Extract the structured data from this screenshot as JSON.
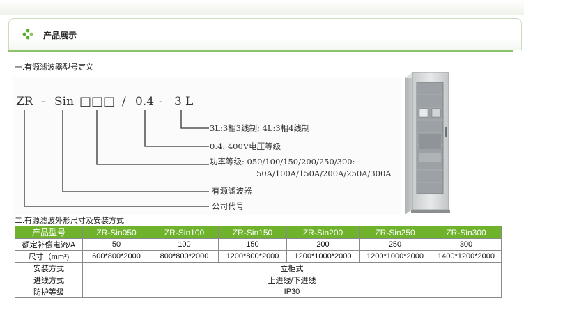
{
  "header": {
    "title": "产品展示"
  },
  "section1": {
    "title": "一.有源滤波器型号定义"
  },
  "section2": {
    "title": "二.有源滤波外形尺寸及安装方式"
  },
  "diagram": {
    "model": {
      "zr": "ZR",
      "dash1": "-",
      "sin": "Sin",
      "boxes": "□□□",
      "slash": "/",
      "voltage": "0.4",
      "dash2": "-",
      "phase": "3",
      "l": "L"
    },
    "labels": {
      "phase": "3L:3相3线制; 4L:3相4线制",
      "voltage": "0.4: 400V电压等级",
      "power1": "功率等级: 050/100/150/200/250/300:",
      "power2": "50A/100A/150A/200A/250A/300A",
      "apf": "有源滤波器",
      "company": "公司代号"
    }
  },
  "table": {
    "header": [
      "产品型号",
      "ZR-Sin050",
      "ZR-Sin100",
      "ZR-Sin150",
      "ZR-Sin200",
      "ZR-Sin250",
      "ZR-Sin300"
    ],
    "current_label": "额定补偿电流/A",
    "current": [
      "50",
      "100",
      "150",
      "200",
      "250",
      "300"
    ],
    "size_label": "尺寸（mm³)",
    "size": [
      "600*800*2000",
      "800*800*2000",
      "1200*800*2000",
      "1200*1000*2000",
      "1200*1000*2000",
      "1400*1200*2000"
    ],
    "install_label": "安装方式",
    "install": "立柜式",
    "wiring_label": "进线方式",
    "wiring": "上进线/下进线",
    "protection_label": "防护等级",
    "protection": "IP30"
  },
  "colors": {
    "accent": "#6fb32c",
    "header_line": "#8dc26a"
  },
  "icons": {
    "header": "green-dots-icon"
  }
}
